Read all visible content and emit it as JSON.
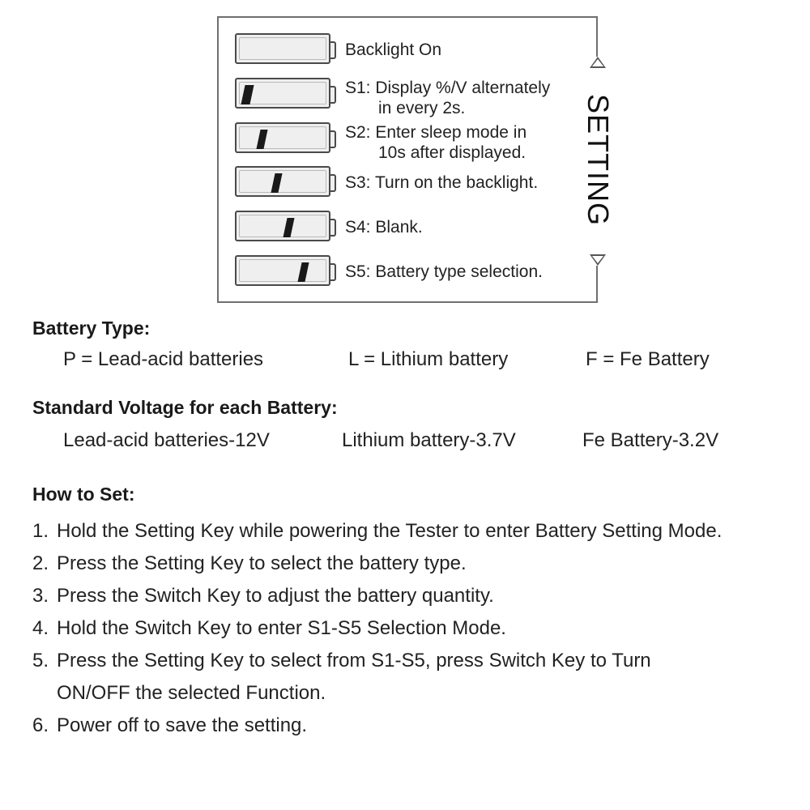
{
  "panel": {
    "vertical_label": "SETTING",
    "rows": [
      {
        "line1": "Backlight On",
        "line2": ""
      },
      {
        "line1": "S1: Display %/V alternately",
        "line2": "in every 2s."
      },
      {
        "line1": "S2: Enter sleep mode in",
        "line2": "10s after displayed."
      },
      {
        "line1": "S3: Turn on the backlight.",
        "line2": ""
      },
      {
        "line1": "S4: Blank.",
        "line2": ""
      },
      {
        "line1": "S5: Battery type selection.",
        "line2": ""
      }
    ]
  },
  "battery_type": {
    "heading": "Battery Type:",
    "items": [
      "P = Lead-acid batteries",
      "L = Lithium battery",
      "F = Fe Battery"
    ]
  },
  "standard_voltage": {
    "heading": "Standard Voltage for each Battery:",
    "items": [
      "Lead-acid batteries-12V",
      "Lithium battery-3.7V",
      "Fe Battery-3.2V"
    ]
  },
  "how_to_set": {
    "heading": "How to Set:",
    "steps": [
      {
        "num": "1.",
        "text": "Hold the Setting Key while powering the Tester to enter Battery Setting Mode."
      },
      {
        "num": "2.",
        "text": "Press the Setting Key to select the battery type."
      },
      {
        "num": "3.",
        "text": "Press the Switch Key to adjust the battery quantity."
      },
      {
        "num": "4.",
        "text": "Hold the Switch Key to enter S1-S5 Selection Mode."
      },
      {
        "num": "5.",
        "text": "Press the Setting Key to select from S1-S5, press Switch Key to Turn ON/OFF the selected Function."
      },
      {
        "num": "6.",
        "text": "Power off to save the setting."
      }
    ]
  }
}
